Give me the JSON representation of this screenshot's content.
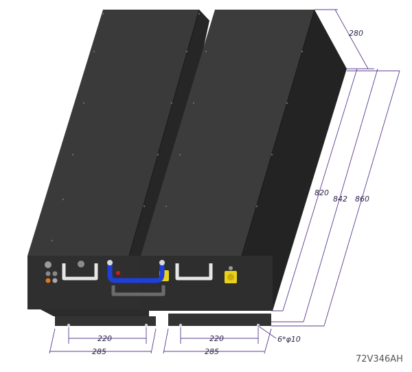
{
  "model": "72V346AH",
  "dimensions": {
    "depth": "280",
    "height_inner": "820",
    "height_mid": "842",
    "height_outer": "860",
    "left_hole_span": "220",
    "left_width": "285",
    "right_hole_span": "220",
    "right_width": "285",
    "holes": "6*φ10"
  },
  "colors": {
    "dim_line": "#5b3a8c",
    "box_top": "#3b3b3b",
    "box_side": "#262626",
    "box_front": "#2a2a2a",
    "base": "#2e2e2e",
    "handle": "#e6e6e6",
    "cable": "#1f3fd6",
    "connector": "#e8d21a"
  }
}
